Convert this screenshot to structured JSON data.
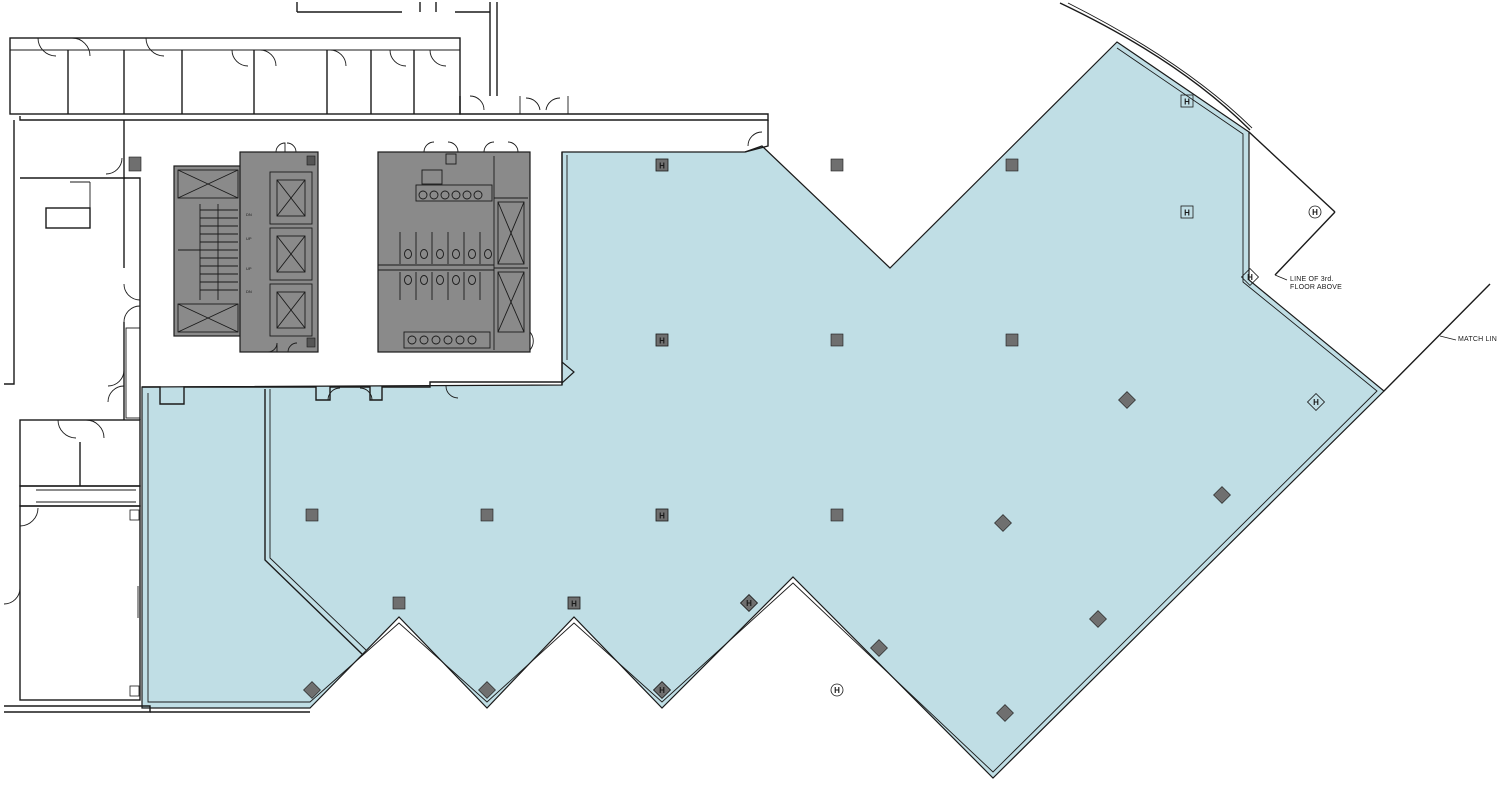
{
  "annotations": {
    "line_of_floor_above_line1": "LINE OF 3rd.",
    "line_of_floor_above_line2": "FLOOR ABOVE",
    "match_line": "MATCH LIN"
  },
  "stair_labels": [
    "DN",
    "UP",
    "UP",
    "DN"
  ],
  "column_symbol": "H",
  "colors": {
    "tenant_space": "#c0dee5",
    "core": "#8a8a8a",
    "column": "#6f6f6f",
    "line": "#1a1a1a"
  }
}
